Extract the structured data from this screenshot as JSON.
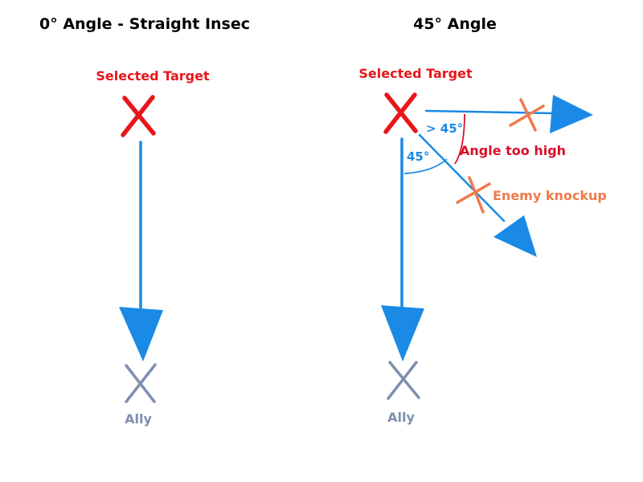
{
  "panels": {
    "left": {
      "title": "0° Angle - Straight Insec",
      "target_label": "Selected Target",
      "ally_label": "Ally"
    },
    "right": {
      "title": "45° Angle",
      "target_label": "Selected Target",
      "ally_label": "Ally",
      "angle_ok_label": "45°",
      "angle_high_label": "> 45°",
      "angle_warning": "Angle too high",
      "enemy_label": "Enemy knockup"
    }
  },
  "colors": {
    "target_red": "#e8161b",
    "arrow_blue": "#1a8ae6",
    "ally_gray": "#7e90b0",
    "enemy_orange": "#f07a4a",
    "arc_red": "#d8102a"
  }
}
